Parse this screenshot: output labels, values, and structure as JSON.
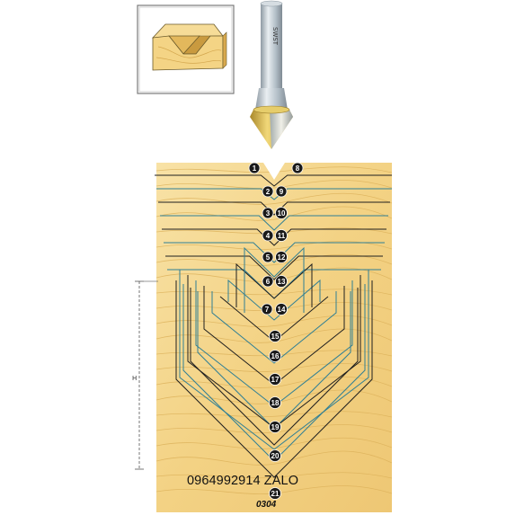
{
  "product": {
    "model_code": "0304",
    "dimension_label": "H",
    "contact_text": "0964992914",
    "contact_suffix": "ZALO",
    "bit_shank_engraving": "SWST"
  },
  "profiles": [
    "1",
    "2",
    "3",
    "4",
    "5",
    "6",
    "7",
    "8",
    "9",
    "10",
    "11",
    "12",
    "13",
    "14",
    "15",
    "16",
    "17",
    "18",
    "19",
    "20",
    "21"
  ],
  "colors": {
    "wood_light": "#f7dd9a",
    "wood_mid": "#efcb72",
    "wood_grain": "#d9ad55",
    "profile_line": "#2f7f95",
    "badge": "#1a1a1a",
    "shank": "#b7c3cc",
    "tip_gold": "#d8b64a",
    "tip_silver": "#c7d3db"
  },
  "icons": [
    "v-groove-sample-icon",
    "router-bit-icon"
  ]
}
